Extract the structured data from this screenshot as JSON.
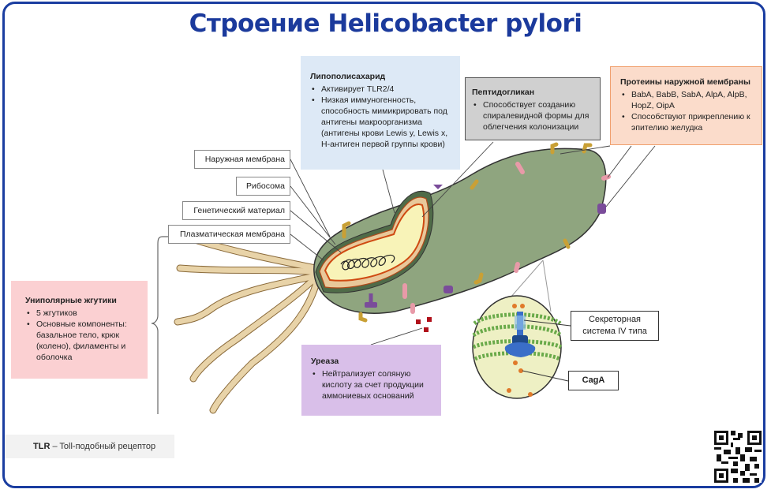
{
  "title": "Строение Helicobacter pylori",
  "boxes": {
    "lipopolysaccharide": {
      "heading": "Липополисахарид",
      "bullets": [
        "Активирует TLR2/4",
        "Низкая иммуногенность, способность мимикрировать под антигены макроорганизма (антигены крови Lewis y, Lewis x, H-антиген первой группы крови)"
      ]
    },
    "peptidoglycan": {
      "heading": "Пептидогликан",
      "bullets": [
        "Способствует созданию спиралевидной формы для облегчения колонизации"
      ]
    },
    "outer_membrane_proteins": {
      "heading": "Протеины наружной мембраны",
      "bullets": [
        "BabA, BabB, SabA, AlpA, AlpB, HopZ, OipA",
        "Способствуют прикреплению к эпителию желудка"
      ]
    },
    "flagella": {
      "heading": "Униполярные жгутики",
      "bullets": [
        "5 жгутиков",
        "Основные компоненты: базальное тело, крюк (колено), филаменты и оболочка"
      ]
    },
    "urease": {
      "heading": "Уреаза",
      "bullets": [
        "Нейтрализует соляную кислоту за счет продукции аммониевых оснований"
      ]
    }
  },
  "labels": {
    "outer_membrane": "Наружная мембрана",
    "ribosome": "Рибосома",
    "genetic_material": "Генетический материал",
    "plasma_membrane": "Плазматическая мембрана",
    "secretion_system": "Секреторная система IV типа",
    "caga": "CagA"
  },
  "footnote": {
    "abbr": "TLR",
    "text": " – Toll-подобный рецептор"
  },
  "colors": {
    "brand": "#1b3a9c",
    "cell_body": "#8fa57f",
    "cytoplasm": "#f8f3b8",
    "flagella": "#e8d3a8"
  }
}
